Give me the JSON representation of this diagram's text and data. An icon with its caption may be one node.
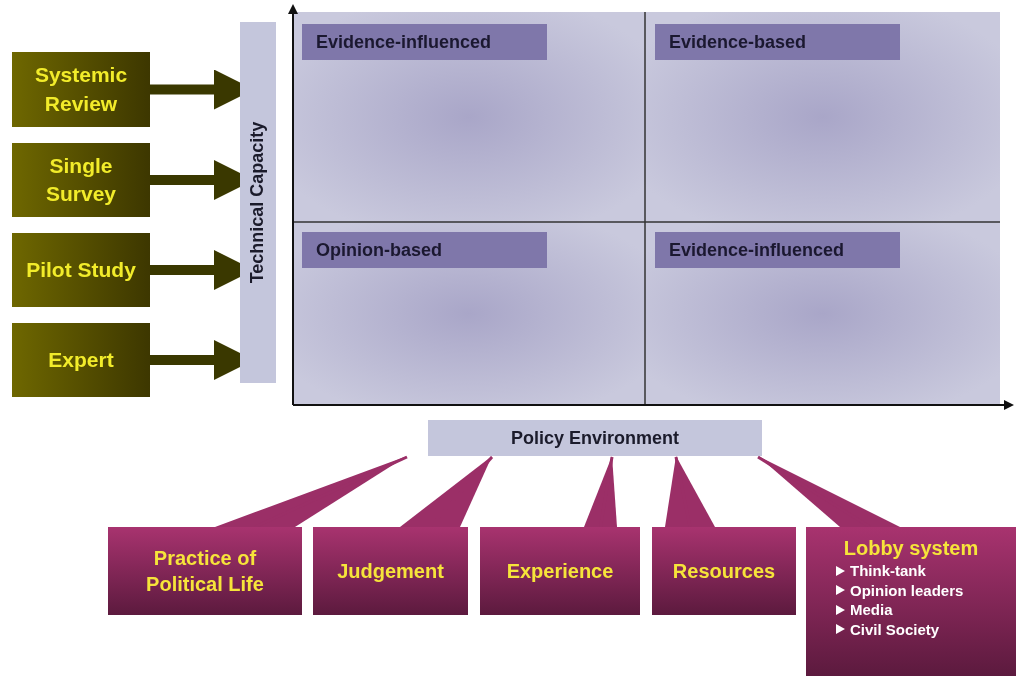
{
  "diagram": {
    "nodes": [
      {
        "text": [
          "Systemic Review"
        ]
      },
      {
        "text": [
          "Single Survey"
        ]
      },
      {
        "text": [
          "Pilot Study"
        ]
      },
      {
        "text": [
          "Expert"
        ]
      },
      {
        "text": [
          "Technical Capacity"
        ]
      },
      {
        "text": [
          "Evidence-influenced"
        ]
      },
      {
        "text": [
          "Evidence-based"
        ]
      },
      {
        "text": [
          "Opinion-based"
        ]
      },
      {
        "text": [
          "Evidence-influenced"
        ]
      },
      {
        "text": [
          "Policy Environment"
        ]
      },
      {
        "text": [
          "Practice of Political Life"
        ]
      },
      {
        "text": [
          "Judgement"
        ]
      },
      {
        "text": [
          "Experience"
        ]
      },
      {
        "text": [
          "Resources"
        ]
      },
      {
        "text": [
          "Lobby system",
          "Think-tank",
          "Opinion leaders",
          "Media",
          "Civil Society"
        ]
      }
    ],
    "edges": [
      {
        "from": 0,
        "to": 4,
        "arrow": "to",
        "style": "thick",
        "color": "#3a3800"
      },
      {
        "from": 1,
        "to": 4,
        "arrow": "to",
        "style": "thick",
        "color": "#3a3800"
      },
      {
        "from": 2,
        "to": 4,
        "arrow": "to",
        "style": "thick",
        "color": "#3a3800"
      },
      {
        "from": 3,
        "to": 4,
        "arrow": "to",
        "style": "thick",
        "color": "#3a3800"
      },
      {
        "from": 10,
        "to": 9,
        "arrow": "none",
        "color": "#9b2f67"
      },
      {
        "from": 11,
        "to": 9,
        "arrow": "none",
        "color": "#9b2f67"
      },
      {
        "from": 12,
        "to": 9,
        "arrow": "none",
        "color": "#9b2f67"
      },
      {
        "from": 13,
        "to": 9,
        "arrow": "none",
        "color": "#9b2f67"
      },
      {
        "from": 14,
        "to": 9,
        "arrow": "none",
        "color": "#9b2f67"
      }
    ]
  }
}
